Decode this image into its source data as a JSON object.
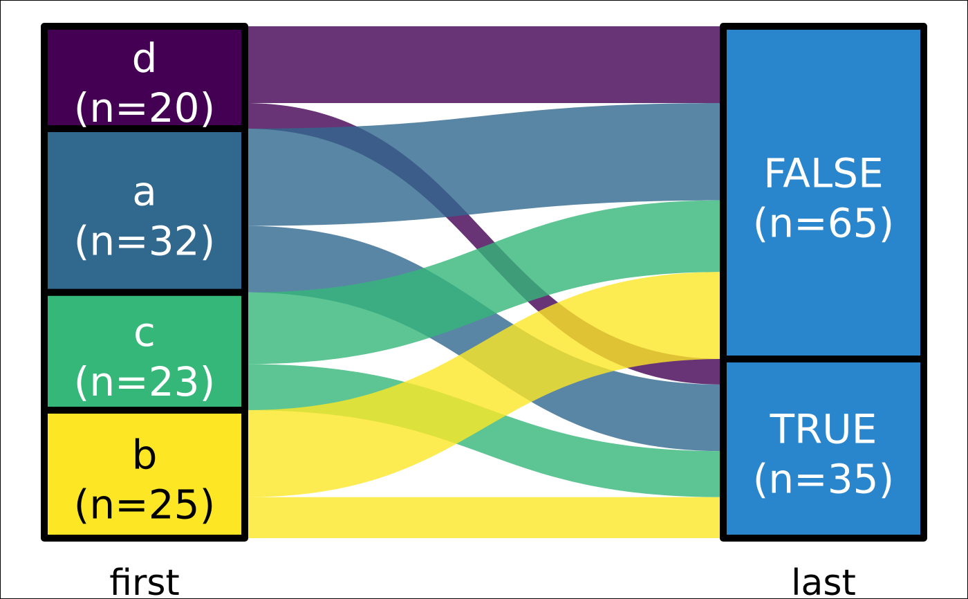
{
  "chart_data": {
    "type": "sankey",
    "axes": [
      {
        "label": "first"
      },
      {
        "label": "last"
      }
    ],
    "nodes": [
      {
        "id": "d",
        "axis": 0,
        "name": "d",
        "count_label": "(n=20)",
        "n": 20,
        "color": "#440154",
        "text_color": "#ffffff"
      },
      {
        "id": "a",
        "axis": 0,
        "name": "a",
        "count_label": "(n=32)",
        "n": 32,
        "color": "#31688e",
        "text_color": "#ffffff"
      },
      {
        "id": "c",
        "axis": 0,
        "name": "c",
        "count_label": "(n=23)",
        "n": 23,
        "color": "#35b779",
        "text_color": "#ffffff"
      },
      {
        "id": "b",
        "axis": 0,
        "name": "b",
        "count_label": "(n=25)",
        "n": 25,
        "color": "#fde725",
        "text_color": "#000000"
      },
      {
        "id": "FALSE",
        "axis": 1,
        "name": "FALSE",
        "count_label": "(n=65)",
        "n": 65,
        "color": "#2a86cc",
        "text_color": "#ffffff"
      },
      {
        "id": "TRUE",
        "axis": 1,
        "name": "TRUE",
        "count_label": "(n=35)",
        "n": 35,
        "color": "#2a86cc",
        "text_color": "#ffffff"
      }
    ],
    "flows": [
      {
        "from": "d",
        "to": "FALSE",
        "value": 15,
        "color": "#440154"
      },
      {
        "from": "d",
        "to": "TRUE",
        "value": 5,
        "color": "#440154"
      },
      {
        "from": "a",
        "to": "FALSE",
        "value": 19,
        "color": "#31688e"
      },
      {
        "from": "a",
        "to": "TRUE",
        "value": 13,
        "color": "#31688e"
      },
      {
        "from": "c",
        "to": "FALSE",
        "value": 14,
        "color": "#35b779"
      },
      {
        "from": "c",
        "to": "TRUE",
        "value": 9,
        "color": "#35b779"
      },
      {
        "from": "b",
        "to": "FALSE",
        "value": 17,
        "color": "#fde725"
      },
      {
        "from": "b",
        "to": "TRUE",
        "value": 8,
        "color": "#fde725"
      }
    ],
    "flow_opacity": 0.8
  }
}
